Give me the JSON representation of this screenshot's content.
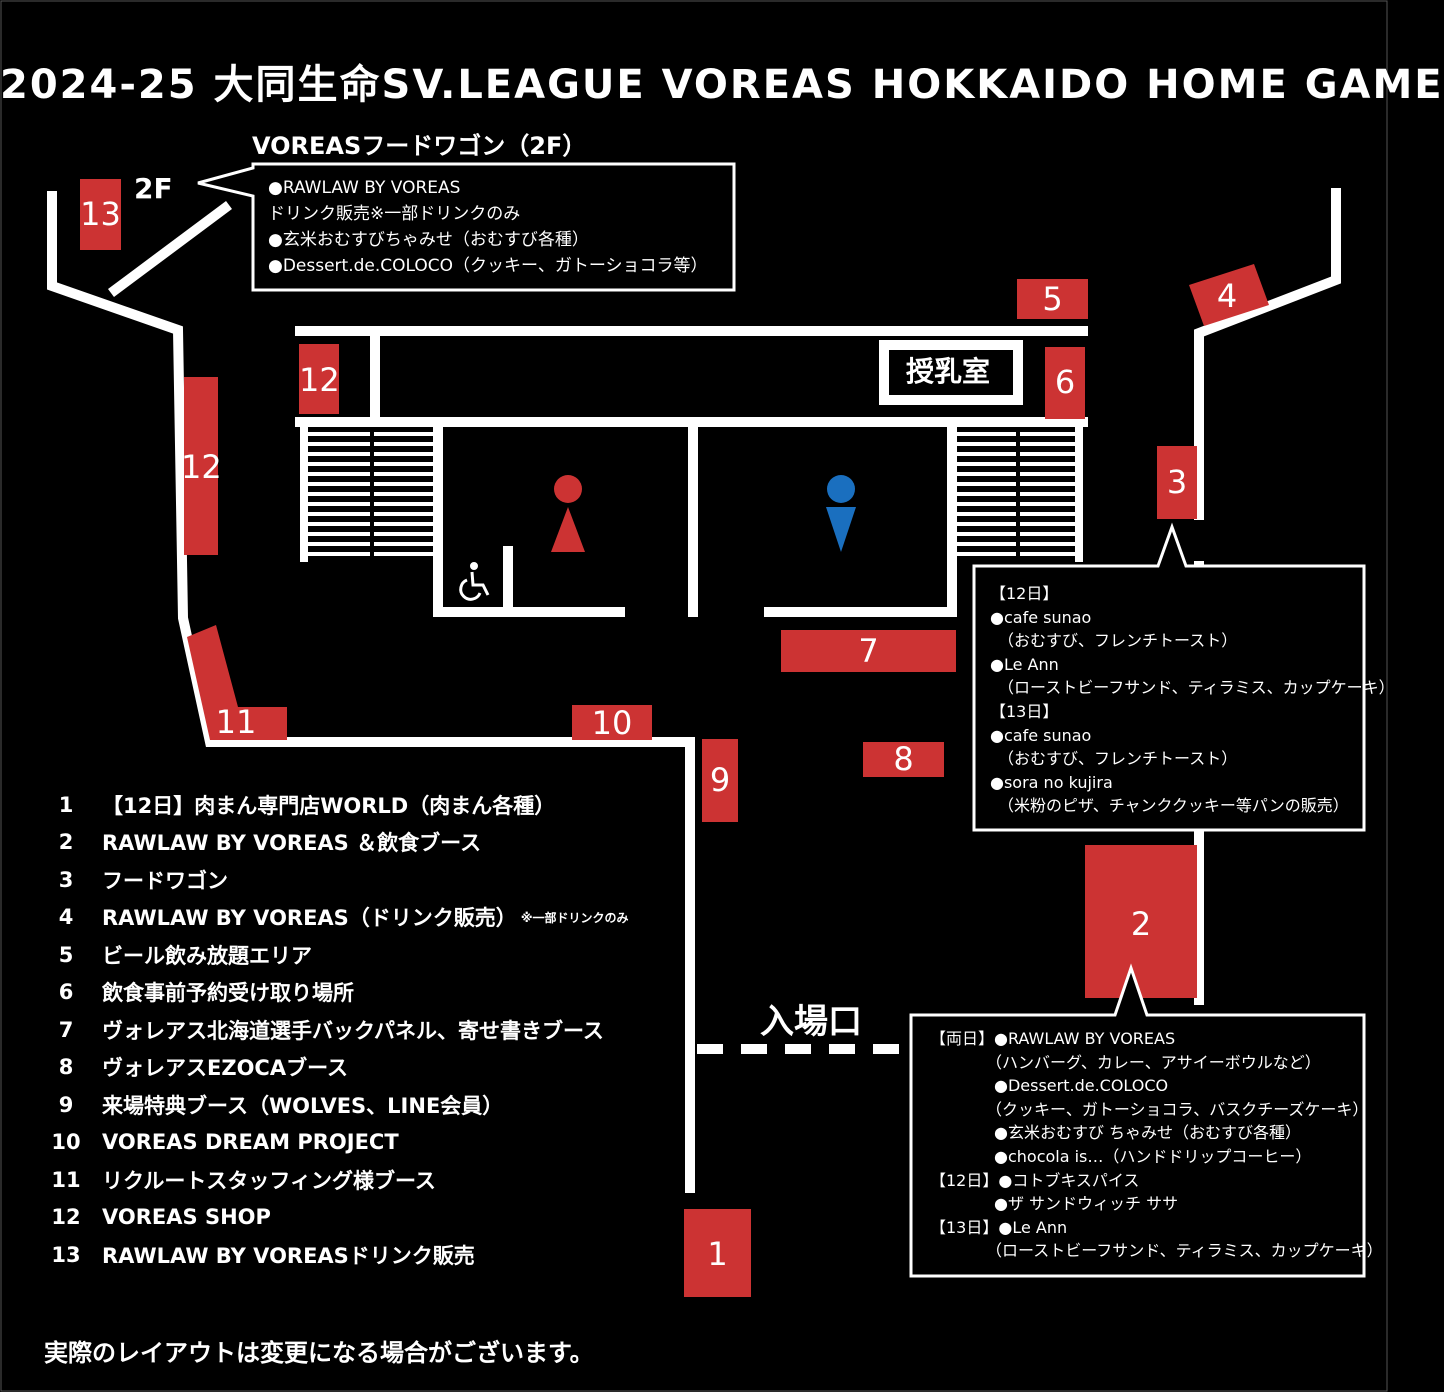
{
  "title": "2024-25 大同生命SV.LEAGUE VOREAS HOKKAIDO HOME GAME",
  "labels": {
    "second_floor": "2F",
    "food_wagon_header": "VOREASフードワゴン（2F）",
    "nursing_room": "授乳室",
    "entrance": "入場口"
  },
  "booths": [
    "1",
    "2",
    "3",
    "4",
    "5",
    "6",
    "7",
    "8",
    "9",
    "10",
    "11",
    "12",
    "12",
    "13"
  ],
  "callout_2f": [
    "●RAWLAW BY  VOREAS",
    "ドリンク販売※一部ドリンクのみ",
    "●玄米おむすびちゃみせ（おむすび各種）",
    "●Dessert.de.COLOCO（クッキー、ガトーショコラ等）"
  ],
  "callout_3": [
    "【12日】",
    "●cafe sunao",
    "　（おむすび、フレンチトースト）",
    "●Le Ann",
    "　（ローストビーフサンド、ティラミス、カップケーキ）",
    "【13日】",
    "●cafe sunao",
    "　（おむすび、フレンチトースト）",
    "●sora no kujira",
    "　（米粉のピザ、チャンククッキー等パンの販売）"
  ],
  "callout_2": [
    "【両日】●RAWLAW BY VOREAS",
    "　　　　（ハンバーグ、カレー、アサイーボウルなど）",
    "　　　　●Dessert.de.COLOCO",
    "　　　　（クッキー、ガトーショコラ、バスクチーズケーキ）",
    "　　　　●玄米おむすび ちゃみせ（おむすび各種）",
    "　　　　●chocola is…（ハンドドリップコーヒー）",
    "【12日】●コトブキスパイス",
    "　　　　●ザ サンドウィッチ ササ",
    "【13日】●Le Ann",
    "　　　　（ローストビーフサンド、ティラミス、カップケーキ）"
  ],
  "legend": [
    {
      "num": "1",
      "text": "【12日】肉まん専門店WORLD（肉まん各種）"
    },
    {
      "num": "2",
      "text": "RAWLAW BY VOREAS ＆飲食ブース"
    },
    {
      "num": "3",
      "text": "フードワゴン"
    },
    {
      "num": "4",
      "text": "RAWLAW BY VOREAS（ドリンク販売）",
      "small": "※一部ドリンクのみ"
    },
    {
      "num": "5",
      "text": "ビール飲み放題エリア"
    },
    {
      "num": "6",
      "text": "飲食事前予約受け取り場所"
    },
    {
      "num": "7",
      "text": "ヴォレアス北海道選手バックパネル、寄せ書きブース"
    },
    {
      "num": "8",
      "text": "ヴォレアスEZOCAブース"
    },
    {
      "num": "9",
      "text": "来場特典ブース（WOLVES、LINE会員）"
    },
    {
      "num": "10",
      "text": "VOREAS DREAM PROJECT"
    },
    {
      "num": "11",
      "text": "リクルートスタッフィング様ブース"
    },
    {
      "num": "12",
      "text": "VOREAS SHOP"
    },
    {
      "num": "13",
      "text": "RAWLAW BY VOREASドリンク販売"
    }
  ],
  "notice": "実際のレイアウトは変更になる場合がございます。",
  "colors": {
    "booth": "#cc3333",
    "female": "#cc3333",
    "male": "#1a6fbf",
    "line": "#ffffff",
    "background": "#000000"
  },
  "icons": [
    "wheelchair-icon",
    "female-restroom-icon",
    "male-restroom-icon"
  ]
}
